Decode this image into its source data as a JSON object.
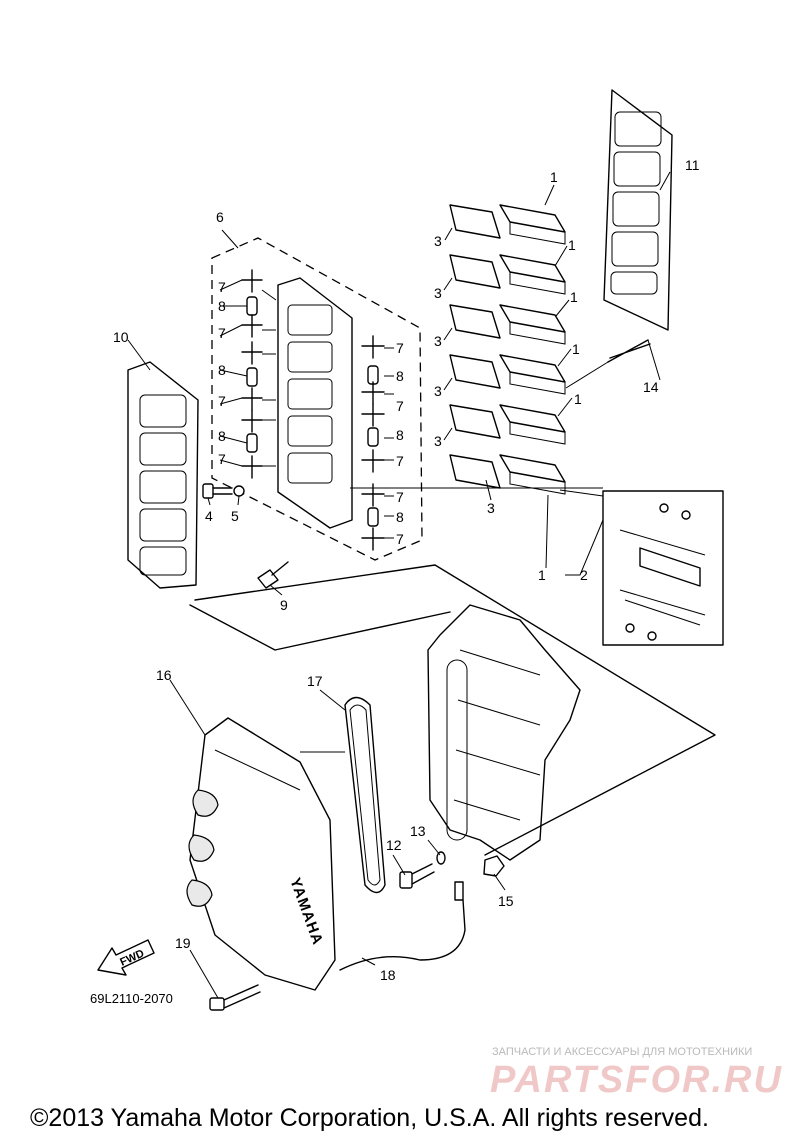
{
  "callouts": {
    "c1": "1",
    "c2": "2",
    "c3": "3",
    "c4": "4",
    "c5": "5",
    "c6": "6",
    "c7": "7",
    "c8": "8",
    "c9": "9",
    "c10": "10",
    "c11": "11",
    "c12": "12",
    "c13": "13",
    "c14": "14",
    "c15": "15",
    "c16": "16",
    "c17": "17",
    "c18": "18",
    "c19": "19"
  },
  "diagram_code": "69L2110-2070",
  "fwd_label": "FWD",
  "cover_brand": "YAMAHA",
  "watermark": {
    "line1": "ЗАПЧАСТИ И АКСЕССУАРЫ ДЛЯ МОТОТЕХНИКИ",
    "logo": "PARTSFOR.RU"
  },
  "copyright": "©2013 Yamaha Motor Corporation, U.S.A. All rights reserved."
}
